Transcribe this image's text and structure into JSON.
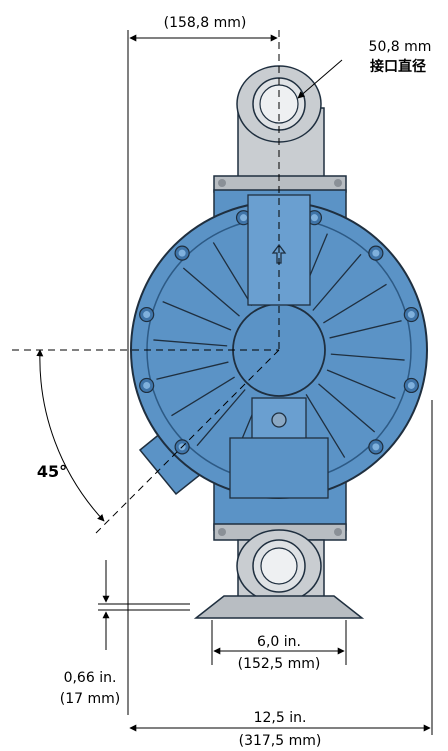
{
  "dimensions": {
    "top_half_width": "(158,8 mm)",
    "port_size": "50,8 mm",
    "port_label": "接口直径",
    "angle": "45°",
    "foot_spacing_in": "6,0  in.",
    "foot_spacing_mm": "(152,5 mm)",
    "foot_height_in": "0,66 in.",
    "foot_height_mm": "(17 mm)",
    "overall_width_in": "12,5  in.",
    "overall_width_mm": "(317,5 mm)"
  },
  "colors": {
    "body_blue": "#5b93c6",
    "body_blue_dark": "#3f74a8",
    "metal_gray": "#c9cdd1",
    "metal_gray_dark": "#9aa0a6",
    "outline": "#1f2f3f"
  }
}
